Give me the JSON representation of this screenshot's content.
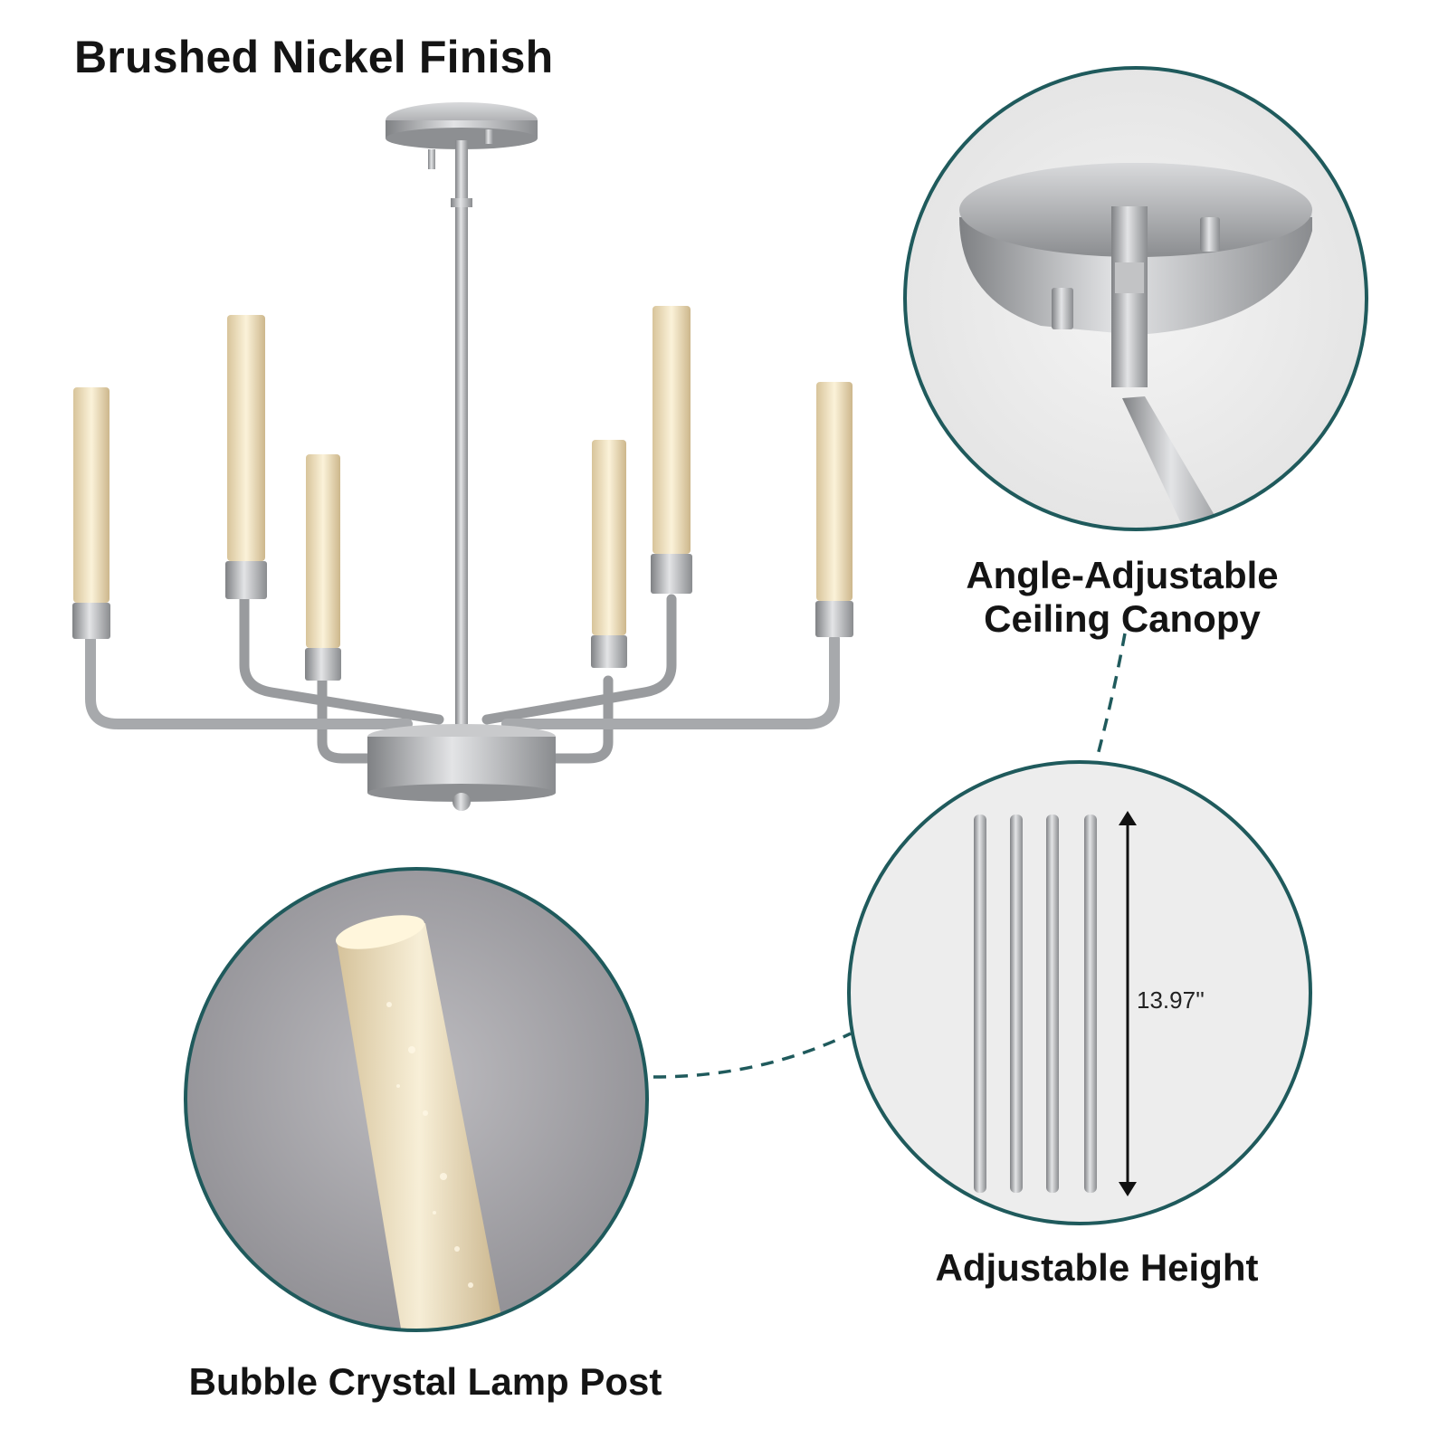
{
  "title": "Brushed Nickel Finish",
  "callouts": {
    "canopy": {
      "line1": "Angle-Adjustable",
      "line2": "Ceiling Canopy"
    },
    "height": {
      "label": "Adjustable Height",
      "measurement": "13.97''"
    },
    "crystal": {
      "label": "Bubble Crystal Lamp Post"
    }
  },
  "colors": {
    "accent_ring": "#1f5a5c",
    "nickel": "#a9aaac",
    "crystal_glow": "#f3e4bf"
  }
}
